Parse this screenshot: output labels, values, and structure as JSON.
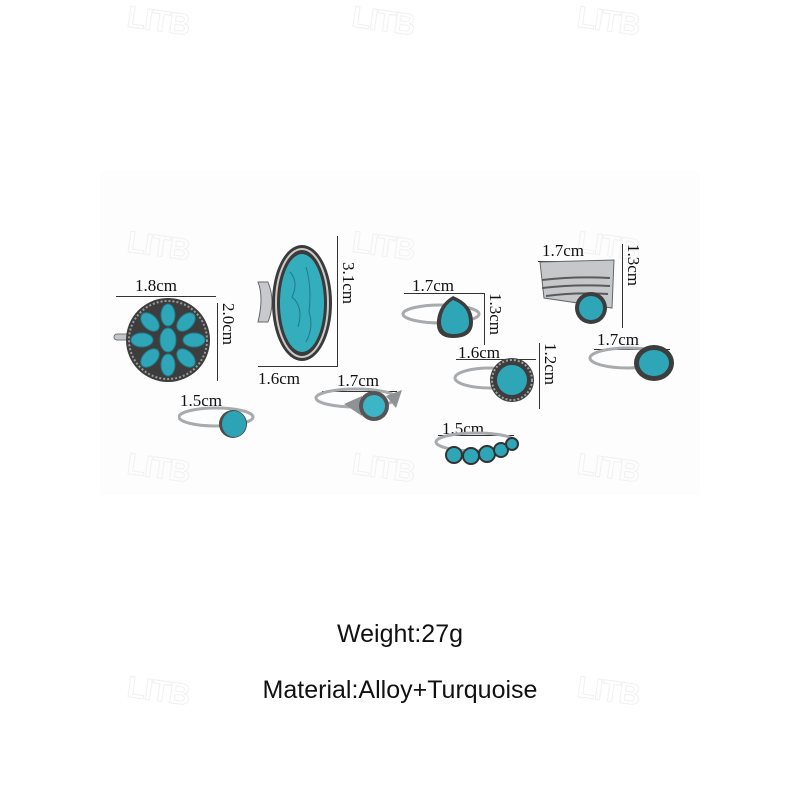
{
  "watermark": "LITB",
  "rings": [
    {
      "name": "flower-cluster-ring",
      "width": "1.8cm",
      "height": "2.0cm"
    },
    {
      "name": "oval-marquise-ring",
      "height": "3.1cm",
      "width": "1.6cm"
    },
    {
      "name": "small-oval-ring",
      "width": "1.5cm"
    },
    {
      "name": "leaf-round-ring",
      "width": "1.7cm"
    },
    {
      "name": "teardrop-ring",
      "width": "1.7cm",
      "height": "1.3cm"
    },
    {
      "name": "sunburst-round-ring",
      "width": "1.6cm",
      "height": "1.2cm"
    },
    {
      "name": "five-stone-band-ring",
      "width": "1.5cm"
    },
    {
      "name": "feather-wrap-ring",
      "width": "1.7cm",
      "height": "1.3cm"
    },
    {
      "name": "flower-oval-ring",
      "width": "1.7cm"
    }
  ],
  "specs": {
    "weight": "Weight:27g",
    "material": "Material:Alloy+Turquoise"
  },
  "colors": {
    "turquoise": "#2fa6b8",
    "silver": "#b9bcbf",
    "dark_setting": "#4a4a4a"
  }
}
